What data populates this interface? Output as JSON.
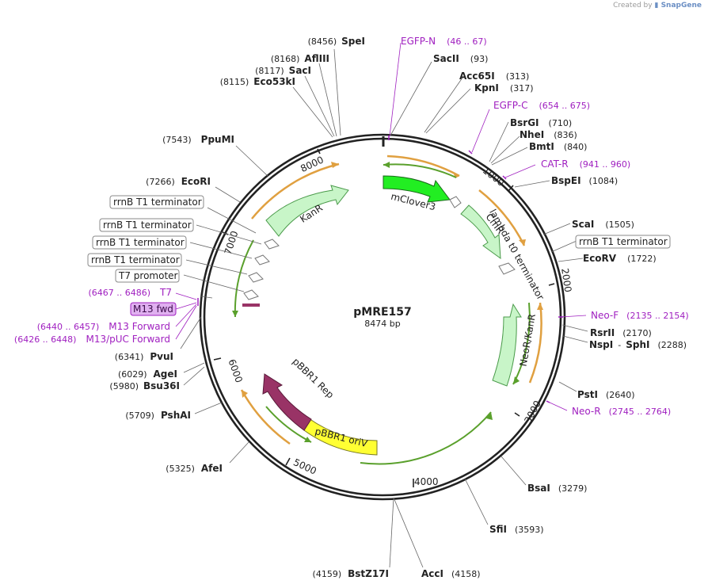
{
  "brand": {
    "created_by": "Created by",
    "logo_text": "SnapGene"
  },
  "plasmid": {
    "name": "pMRE157",
    "size": "8474 bp",
    "length": 8474
  },
  "colors": {
    "backbone": "#222222",
    "arrow_orange": "#e0a040",
    "arrow_green": "#5aa02c",
    "feature_green_light": "#c8f5c8",
    "feature_green_bright": "#22ee22",
    "feature_purple": "#993366",
    "feature_yellow": "#ffff33",
    "primer_purple": "#a020c0",
    "leader_gray": "#666666"
  },
  "tick_labels": [
    "1000",
    "2000",
    "3000",
    "4000",
    "5000",
    "6000",
    "7000",
    "8000"
  ],
  "features": [
    {
      "name": "mClover3",
      "label": "mClover3",
      "color": "#22ee22"
    },
    {
      "name": "lambda-t0-terminator",
      "label": "lambda t0 terminator",
      "color": "#ffffff"
    },
    {
      "name": "CmR",
      "label": "CmR",
      "color": "#c8f5c8"
    },
    {
      "name": "NeoR/KanR",
      "label": "NeoR/KanR",
      "color": "#c8f5c8"
    },
    {
      "name": "pBBR1-oriV",
      "label": "pBBR1 oriV",
      "color": "#ffff33"
    },
    {
      "name": "pBBR1-Rep",
      "label": "pBBR1 Rep",
      "color": "#993366"
    },
    {
      "name": "KanR",
      "label": "KanR",
      "color": "#c8f5c8"
    }
  ],
  "site_labels": [
    {
      "name": "SpeI",
      "pos": "(8456)"
    },
    {
      "name": "AflIII",
      "pos": "(8168)"
    },
    {
      "name": "SacI",
      "pos": "(8117)"
    },
    {
      "name": "Eco53kI",
      "pos": "(8115)"
    },
    {
      "name": "PpuMI",
      "pos": "(7543)"
    },
    {
      "name": "EcoRI",
      "pos": "(7266)"
    },
    {
      "name": "PvuI",
      "pos": "(6341)"
    },
    {
      "name": "AgeI",
      "pos": "(6029)"
    },
    {
      "name": "Bsu36I",
      "pos": "(5980)"
    },
    {
      "name": "PshAI",
      "pos": "(5709)"
    },
    {
      "name": "AfeI",
      "pos": "(5325)"
    },
    {
      "name": "BstZ17I",
      "pos": "(4159)"
    },
    {
      "name": "AccI",
      "pos": "(4158)"
    },
    {
      "name": "SfiI",
      "pos": "(3593)"
    },
    {
      "name": "BsaI",
      "pos": "(3279)"
    },
    {
      "name": "PstI",
      "pos": "(2640)"
    },
    {
      "name": "RsrII",
      "pos": "(2170)"
    },
    {
      "name": "NspI - SphI",
      "name_a": "NspI",
      "dash": "-",
      "name_b": "SphI",
      "pos": "(2288)"
    },
    {
      "name": "EcoRV",
      "pos": "(1722)"
    },
    {
      "name": "ScaI",
      "pos": "(1505)"
    },
    {
      "name": "BspEI",
      "pos": "(1084)"
    },
    {
      "name": "BmtI",
      "pos": "(840)"
    },
    {
      "name": "NheI",
      "pos": "(836)"
    },
    {
      "name": "BsrGI",
      "pos": "(710)"
    },
    {
      "name": "KpnI",
      "pos": "(317)"
    },
    {
      "name": "Acc65I",
      "pos": "(313)"
    },
    {
      "name": "SacII",
      "pos": "(93)"
    }
  ],
  "primer_labels": [
    {
      "name": "EGFP-N",
      "pos": "(46 .. 67)"
    },
    {
      "name": "EGFP-C",
      "pos": "(654 .. 675)"
    },
    {
      "name": "CAT-R",
      "pos": "(941 .. 960)"
    },
    {
      "name": "Neo-F",
      "pos": "(2135 .. 2154)"
    },
    {
      "name": "Neo-R",
      "pos": "(2745 .. 2764)"
    },
    {
      "name": "T7",
      "pos": "(6467 .. 6486)"
    },
    {
      "name": "M13 Forward",
      "pos": "(6440 .. 6457)"
    },
    {
      "name": "M13/pUC Forward",
      "pos": "(6426 .. 6448)"
    }
  ],
  "boxed_labels": [
    "rrnB T1 terminator",
    "rrnB T1 terminator",
    "rrnB T1 terminator",
    "rrnB T1 terminator",
    "T7 promoter",
    "rrnB T1 terminator"
  ],
  "highlighted_label": "M13 fwd"
}
